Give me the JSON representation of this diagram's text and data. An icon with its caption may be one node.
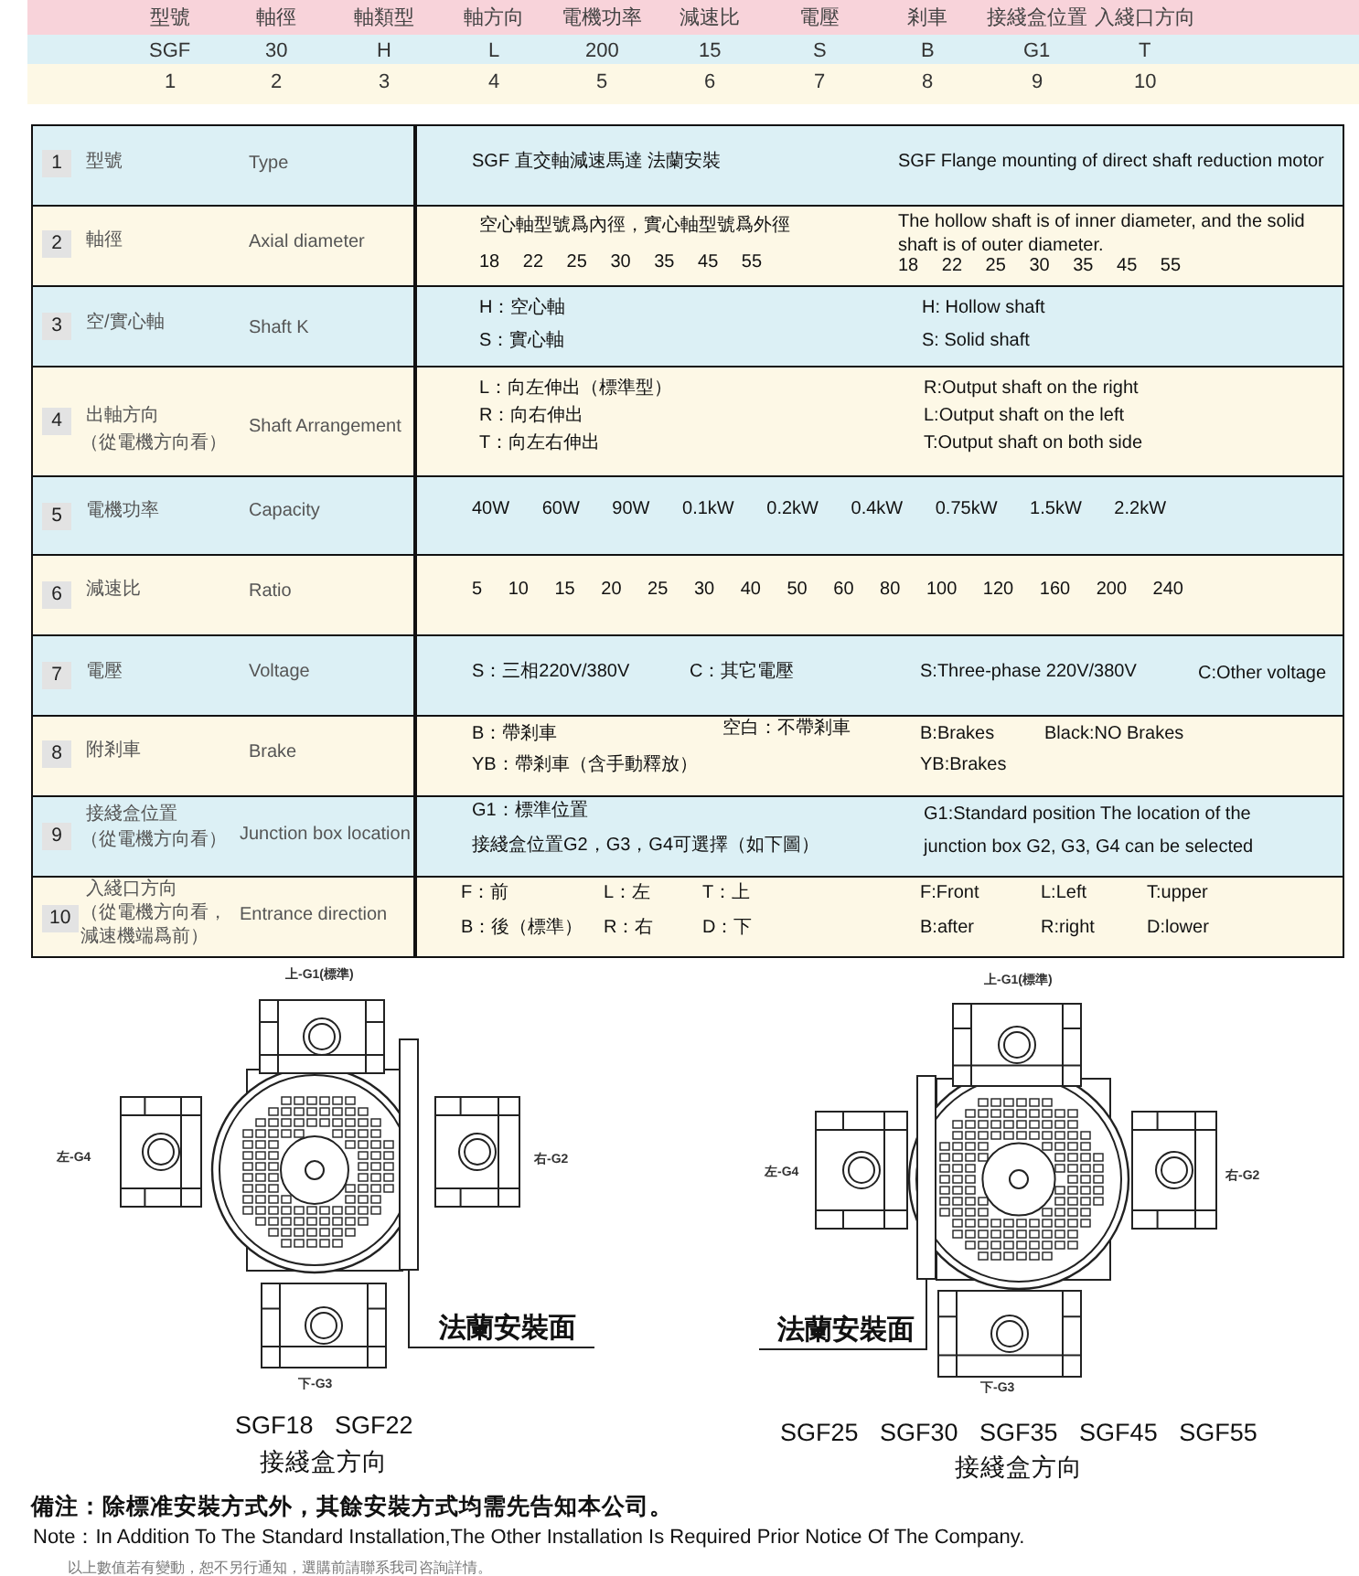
{
  "diagram": {
    "nodes": [
      {
        "text": [
          "法蘭安裝面"
        ]
      },
      {
        "text": [],
        "shape": "box"
      },
      {
        "text": [
          "法蘭安裝面"
        ]
      },
      {
        "text": [],
        "shape": "box"
      }
    ],
    "edges": [
      {
        "from": 0,
        "to": 1,
        "arrow": "none"
      },
      {
        "from": 2,
        "to": 3,
        "arrow": "none"
      }
    ],
    "labels": [
      "型號",
      "軸徑",
      "軸類型",
      "軸方向",
      "電機功率",
      "減速比",
      "電壓",
      "剎車",
      "接綫盒位置",
      "入綫口方向",
      "SGF",
      "30",
      "H",
      "L",
      "200",
      "15",
      "S",
      "B",
      "G1",
      "T",
      "1",
      "2",
      "3",
      "4",
      "5",
      "6",
      "7",
      "8",
      "9",
      "10",
      "1",
      "型號",
      "Type",
      "SGF  直交軸減速馬達  法蘭安裝",
      "SGF Flange mounting of direct shaft reduction motor",
      "2",
      "軸徑",
      "Axial diameter",
      "空心軸型號爲內徑，實心軸型號爲外徑",
      "18 22 25 30 35 45 55",
      "The hollow shaft is of inner diameter, and the solid shaft is of outer diameter.",
      "18 22 25 30 35 45 55",
      "3",
      "空/實心軸",
      "Shaft K",
      "H：空心軸",
      "S：實心軸",
      "H: Hollow shaft",
      "S: Solid shaft",
      "4",
      "出軸方向",
      "（從電機方向看）",
      "Shaft Arrangement",
      "L：向左伸出（標準型）",
      "R：向右伸出",
      "T：向左右伸出",
      "R:Output shaft on the right",
      "L:Output shaft on the left",
      "T:Output shaft on both side",
      "5",
      "電機功率",
      "Capacity",
      "40W 60W 90W 0.1kW 0.2kW 0.4kW 0.75kW 1.5kW 2.2kW",
      "6",
      "減速比",
      "Ratio",
      "5 10 15 20 25 30 40 50 60 80 100 120 160 200 240",
      "7",
      "電壓",
      "Voltage",
      "S：三相220V/380V",
      "C：其它電壓",
      "S:Three-phase 220V/380V",
      "C:Other voltage",
      "8",
      "附剎車",
      "Brake",
      "B：帶剎車",
      "空白：不帶剎車",
      "YB：帶剎車（含手動釋放）",
      "B:Brakes",
      "Black:NO Brakes",
      "YB:Brakes",
      "9",
      "接綫盒位置",
      "（從電機方向看）",
      "Junction box location",
      "G1：標準位置",
      "接綫盒位置G2，G3，G4可選擇（如下圖）",
      "G1:Standard position The location of the junction box G2, G3, G4 can be selected",
      "10",
      "入綫口方向",
      "（從電機方向看，",
      "減速機端爲前）",
      "Entrance direction",
      "F：前",
      "L：左",
      "T：上",
      "B：後（標準）",
      "R：右",
      "D：下",
      "F:Front",
      "L:Left",
      "T:upper",
      "B:after",
      "R:right",
      "D:lower",
      "上-G1(標準)",
      "左-G4",
      "右-G2",
      "下-G3",
      "SGF18 SGF22",
      "接綫盒方向",
      "上-G1(標準)",
      "左-G4",
      "右-G2",
      "下-G3",
      "SGF25 SGF30 SGF35 SGF45 SGF55",
      "接綫盒方向",
      "備注：除標准安裝方式外，其餘安裝方式均需先告知本公司。",
      "Note：In Addition To The Standard Installation,The Other Installation Is Required Prior Notice Of The Company.",
      "以上數值若有變動，恕不另行通知，選購前請聯系我司咨詢詳情。"
    ]
  }
}
